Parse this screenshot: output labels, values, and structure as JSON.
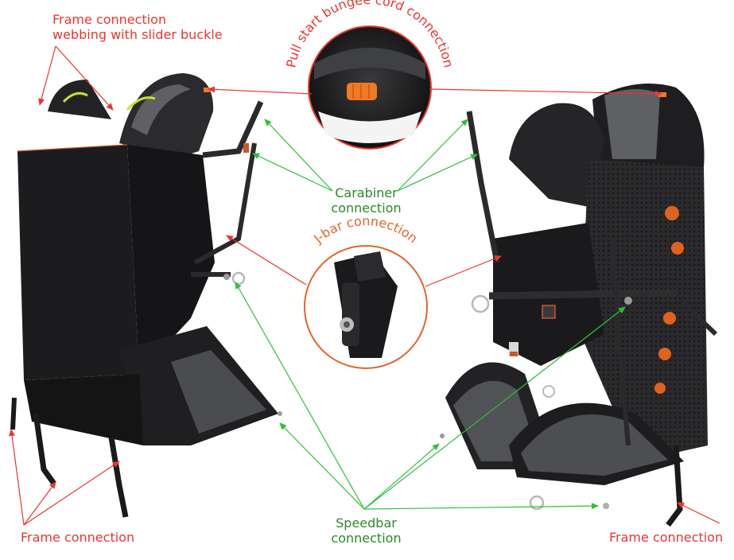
{
  "labels": {
    "frame_connection_top_line1": "Frame connection",
    "frame_connection_top_line2": "webbing with slider buckle",
    "pull_start": "Pull start bungee cord connection",
    "carabiner_line1": "Carabiner",
    "carabiner_line2": "connection",
    "jbar": "J-bar connection",
    "speedbar_line1": "Speedbar",
    "speedbar_line2": "connection",
    "frame_connection_left": "Frame connection",
    "frame_connection_right": "Frame connection"
  },
  "colors": {
    "red_label": "#e8372e",
    "green_label": "#2a8a2a",
    "orange_label": "#e5642a",
    "harness_body": "#1c1c1e",
    "harness_grey": "#5e6064",
    "accent_orange": "#f07a22",
    "accent_yellow": "#c9e02a"
  },
  "icons": {
    "left_harness": "harness-back-view-illustration",
    "right_harness": "harness-side-view-illustration",
    "pull_start_detail": "bungee-loop-detail-circle",
    "jbar_detail": "jbar-detail-circle"
  }
}
